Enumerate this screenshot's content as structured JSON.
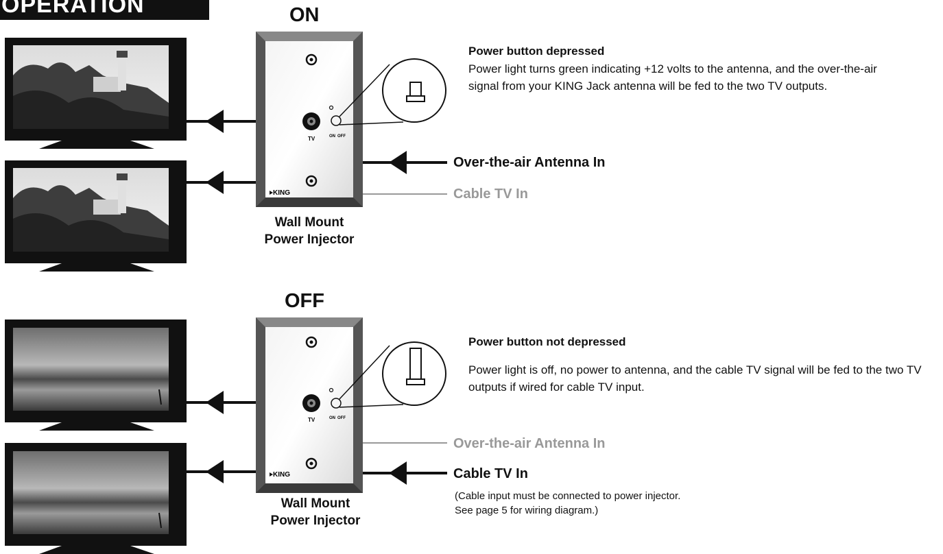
{
  "header": {
    "title": "OPERATION"
  },
  "panels": [
    {
      "state": "ON",
      "mount_label_line1": "Wall Mount",
      "mount_label_line2": "Power Injector",
      "plate": {
        "tv_label": "TV",
        "on_label": "ON",
        "off_label": "OFF",
        "brand": "KING"
      },
      "description_title": "Power button depressed",
      "description_body": "Power light turns green indicating +12 volts to the antenna, and the over-the-air signal from your KING Jack antenna will be fed to the two TV outputs.",
      "inputs": [
        {
          "label": "Over-the-air Antenna In",
          "active": true
        },
        {
          "label": "Cable TV In",
          "active": false
        }
      ]
    },
    {
      "state": "OFF",
      "mount_label_line1": "Wall Mount",
      "mount_label_line2": "Power Injector",
      "plate": {
        "tv_label": "TV",
        "on_label": "ON",
        "off_label": "OFF",
        "brand": "KING"
      },
      "description_title": "Power button not depressed",
      "description_body": "Power light is off, no power to antenna, and the cable TV signal will be fed to the two TV outputs if wired for cable TV input.",
      "inputs": [
        {
          "label": "Over-the-air Antenna In",
          "active": false
        },
        {
          "label": "Cable TV In",
          "active": true
        }
      ],
      "note_line1": "(Cable input must be connected to power injector.",
      "note_line2": "See page 5 for wiring diagram.)"
    }
  ],
  "colors": {
    "active_line": "#111111",
    "inactive_line": "#999999"
  }
}
